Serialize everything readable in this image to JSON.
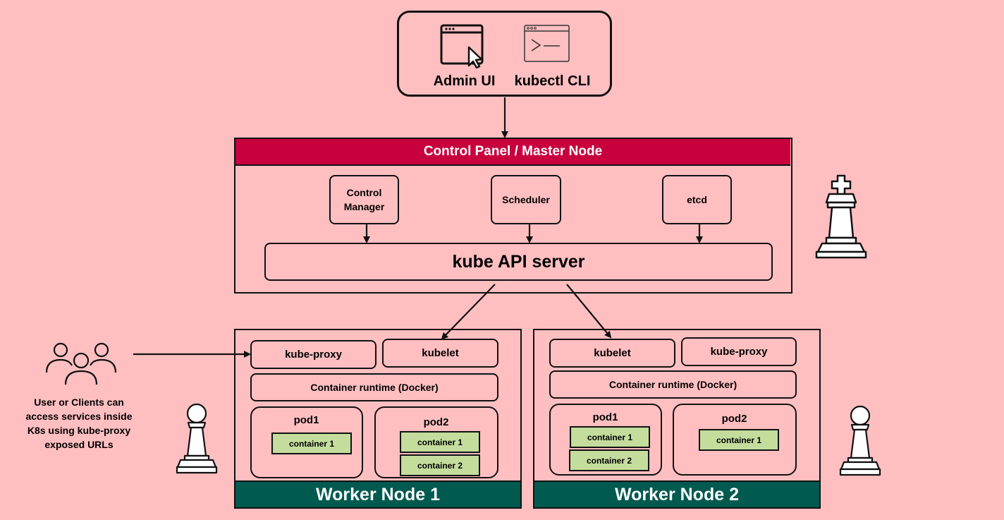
{
  "clients": {
    "admin_ui": "Admin UI",
    "kubectl_cli": "kubectl CLI"
  },
  "control_plane": {
    "title": "Control Panel / Master Node",
    "components": {
      "controller_manager": "Control\nManager",
      "scheduler": "Scheduler",
      "etcd": "etcd"
    },
    "api_server": "kube API server"
  },
  "users": {
    "caption": "User or Clients can\naccess services inside\nK8s using kube-proxy\nexposed URLs"
  },
  "worker1": {
    "title": "Worker Node 1",
    "kube_proxy": "kube-proxy",
    "kubelet": "kubelet",
    "runtime": "Container runtime (Docker)",
    "pods": [
      {
        "name": "pod1",
        "containers": [
          "container 1"
        ]
      },
      {
        "name": "pod2",
        "containers": [
          "container 1",
          "container 2"
        ]
      }
    ]
  },
  "worker2": {
    "title": "Worker Node 2",
    "kubelet": "kubelet",
    "kube_proxy": "kube-proxy",
    "runtime": "Container runtime (Docker)",
    "pods": [
      {
        "name": "pod1",
        "containers": [
          "container 1",
          "container 2"
        ]
      },
      {
        "name": "pod2",
        "containers": [
          "container 1"
        ]
      }
    ]
  },
  "colors": {
    "background": "#ffbfc1",
    "control_header": "#c8003e",
    "worker_footer": "#005a4f",
    "container_fill": "#c4dd9d"
  },
  "icons": [
    "browser-cursor-icon",
    "terminal-icon",
    "chess-king-icon",
    "chess-pawn-icon",
    "users-group-icon"
  ]
}
